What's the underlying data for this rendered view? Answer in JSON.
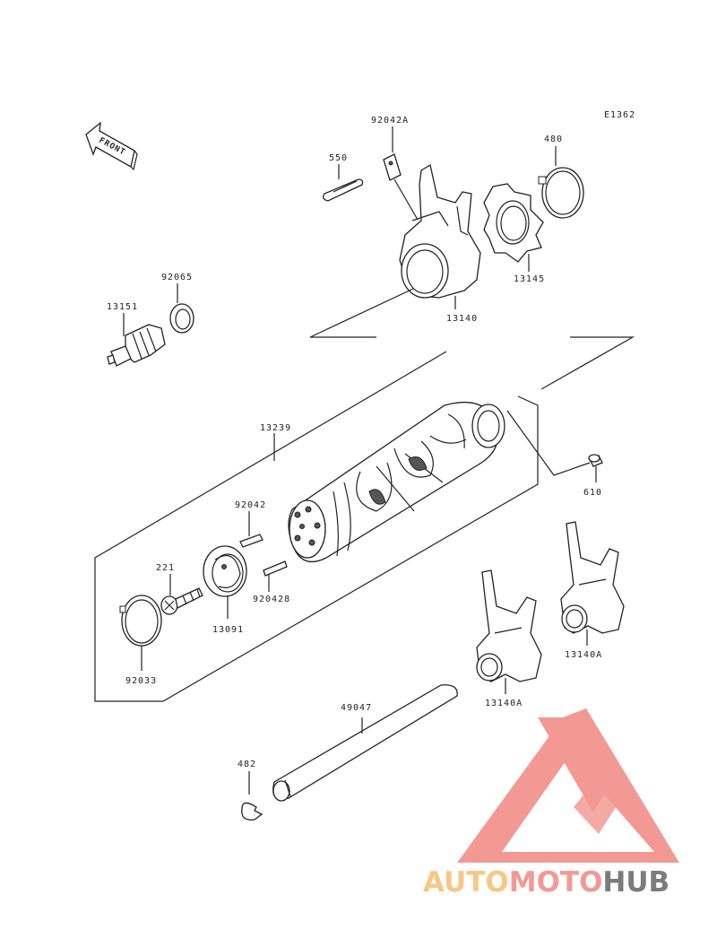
{
  "diagram": {
    "code": "E1362",
    "front_label": "FRONT",
    "parts": [
      {
        "number": "92042A"
      },
      {
        "number": "550"
      },
      {
        "number": "480"
      },
      {
        "number": "13145"
      },
      {
        "number": "13140"
      },
      {
        "number": "92065"
      },
      {
        "number": "13151"
      },
      {
        "number": "13239"
      },
      {
        "number": "610"
      },
      {
        "number": "92042"
      },
      {
        "number": "221"
      },
      {
        "number": "920428"
      },
      {
        "number": "13091"
      },
      {
        "number": "92033"
      },
      {
        "number": "13140A"
      },
      {
        "number": "13140A"
      },
      {
        "number": "49047"
      },
      {
        "number": "482"
      }
    ]
  },
  "watermark": {
    "brand_parts": [
      "AUTO",
      "MOTO",
      "HUB"
    ],
    "colors": {
      "auto": "#f7c27a",
      "moto": "#f28f88",
      "hub": "#6e6e6e",
      "triangle": "#f28f88"
    }
  }
}
